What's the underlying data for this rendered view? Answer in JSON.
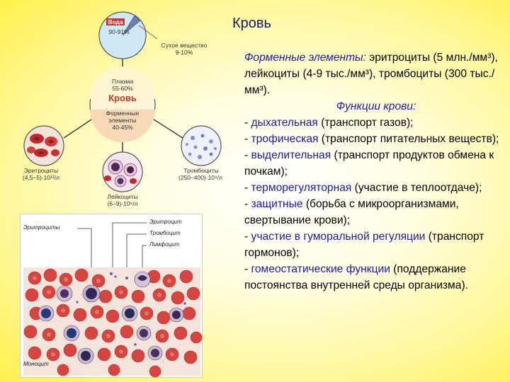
{
  "slide": {
    "title": "Кровь"
  },
  "diagram": {
    "water_label": "Вода",
    "water_pct": "90-91%",
    "dry_label": "Сухое вещество",
    "dry_pct": "9-10%",
    "plasma_label": "Плазма",
    "plasma_pct": "55-60%",
    "blood_label": "Кровь",
    "formed_label_1": "Форменные",
    "formed_label_2": "элементы",
    "formed_pct": "40-45%",
    "erythrocytes_label": "Эритроциты",
    "erythrocytes_count": "(4,5–5)·10¹²/л",
    "platelets_label": "Тромбоциты",
    "platelets_count": "(250–400)·10⁹/л",
    "leukocytes_label": "Лейкоциты",
    "leukocytes_count": "(6–9)·10⁹/л"
  },
  "micrograph": {
    "label_erythrocytes": "Эритроциты",
    "label_erythrocyte": "Эритроцит",
    "label_platelet": "Тромбоцит",
    "label_lymphocyte": "Лимфоцит",
    "label_monocyte": "Моноцит"
  },
  "text": {
    "formed_intro": "Форменные элементы:",
    "formed_rest": " эритроциты (5 млн./мм³), лейкоциты (4-9 тыс./мм³), тромбоциты (300 тыс./мм³).",
    "functions_heading": "Функции крови:",
    "items": [
      {
        "prefix": "- ",
        "term": "дыхательная",
        "desc": " (транспорт газов);"
      },
      {
        "prefix": "- ",
        "term": "трофическая",
        "desc": " (транспорт питательных веществ);"
      },
      {
        "prefix": "- ",
        "term": "выделительная",
        "desc": " (транспорт продуктов обмена к почкам);"
      },
      {
        "prefix": "- ",
        "term": "терморегуляторная",
        "desc": " (участие в теплоотдаче);"
      },
      {
        "prefix": "- ",
        "term": "защитные",
        "desc": " (борьба с микроорганизмами, свертывание крови);"
      },
      {
        "prefix": "- ",
        "term": "участие в гуморальной регуляции",
        "desc": " (транспорт гормонов);"
      },
      {
        "prefix": "- ",
        "term": "гомеостатические функции",
        "desc": " (поддержание постоянства внутренней среды организма)."
      }
    ]
  },
  "colors": {
    "term_blue": "#1a1aa8",
    "background_yellow": "#fff04a",
    "blood_red": "#c0392b"
  }
}
